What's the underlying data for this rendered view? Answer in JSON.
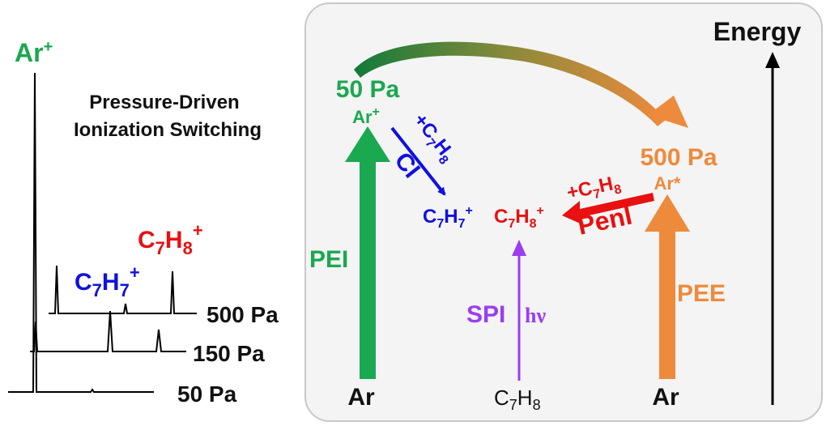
{
  "spectrum": {
    "top_ion_label": "Ar",
    "top_ion_charge": "+",
    "title_line1": "Pressure-Driven",
    "title_line2": "Ionization Switching",
    "label_c7h7": {
      "base": "C",
      "sub1": "7",
      "mid": "H",
      "sub2": "7",
      "sup": "+"
    },
    "label_c7h8": {
      "base": "C",
      "sub1": "7",
      "mid": "H",
      "sub2": "8",
      "sup": "+"
    },
    "pressure_labels": [
      "500 Pa",
      "150 Pa",
      "50 Pa"
    ]
  },
  "scheme": {
    "energy_label": "Energy",
    "left_pressure": "50 Pa",
    "left_ion": "Ar",
    "left_ion_charge": "+",
    "right_pressure": "500 Pa",
    "right_species": "Ar*",
    "ci_reagent": "+C7H8",
    "ci_label": "CI",
    "penl_reagent": "+C7H8",
    "penl_label": "PenI",
    "product_c7h7": "C7H7+",
    "product_c7h8": "C7H8+",
    "pei_label": "PEI",
    "pee_label": "PEE",
    "spi_label": "SPI",
    "hv_label": "hν",
    "bottom_left": "Ar",
    "bottom_mid": "C7H8",
    "bottom_right": "Ar"
  },
  "colors": {
    "green": "#1aa850",
    "blue": "#1010e0",
    "red": "#e81010",
    "orange": "#ee8a3c",
    "purple": "#9a3ef0",
    "panel_bg": "#f4f4f4",
    "panel_border": "#c8c8c8"
  }
}
